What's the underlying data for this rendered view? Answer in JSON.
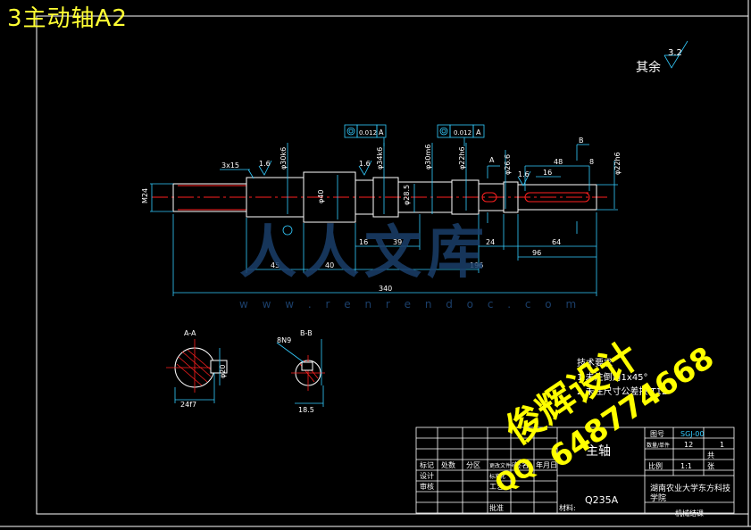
{
  "drawing": {
    "title": "3主动轴A2",
    "part_name": "主轴",
    "material": "Q235A",
    "material_label": "材料:",
    "school": "湖南农业大学东方科技学院",
    "drawn_by_label": "机械结课",
    "drawing_no_label": "图号",
    "drawing_no": "SGJ-00",
    "count_label": "数量/单件",
    "count": "12",
    "total_label": "共",
    "scale_label": "比例",
    "scale": "1:1",
    "sheet_label": "张",
    "sheet": "1",
    "tb_labels": [
      "标记",
      "处数",
      "分区",
      "更改文件号",
      "签名",
      "年月日",
      "设计",
      "标准化",
      "审核",
      "工艺",
      "批准"
    ]
  },
  "annotations": {
    "roughness_rest": "其余",
    "roughness_value": "3.2",
    "tech_req_title": "技术要求",
    "tech_req_1": "1.未注倒角1x45°",
    "tech_req_2": "2.未注尺寸公差按IT12",
    "section_aa": "A-A",
    "section_bb": "B-B",
    "tol1": "0.012",
    "tol2": "0.012",
    "ref_a": "A"
  },
  "dimensions": {
    "d_3x15": "3x15",
    "d_m24": "M24",
    "d_16a": "1.6",
    "d_16b": "1.6",
    "d_16c": "1.6",
    "d_phi30": "φ30k6",
    "d_phi40": "φ40",
    "d_phi34": "φ34k6",
    "d_phi28": "φ28.5",
    "d_phi30b": "φ30m6",
    "d_phi22": "φ22h6",
    "d_phi26": "φ26.6",
    "d_phi22b": "φ22h6",
    "d_45": "45",
    "d_40": "40",
    "d_16": "16",
    "d_39": "39",
    "d_196": "196",
    "d_24": "24",
    "d_64": "64",
    "d_96": "96",
    "d_340": "340",
    "d_48": "48",
    "d_8": "8",
    "d_16r": "16",
    "d_24f": "24f7",
    "d_185": "18.5",
    "d_8n9": "8N9",
    "d_phi20": "φ20"
  },
  "watermark": {
    "line1": "俊辉设计",
    "line2": "648774668",
    "line3": "QQ",
    "brand": "人人文库",
    "url": "w w w . r e n r e n d o c . c o m"
  },
  "colors": {
    "yellow": "#ffff33",
    "red": "#ff2020",
    "cyan": "#33ccff",
    "white": "#ffffff",
    "green": "#33ff33"
  }
}
